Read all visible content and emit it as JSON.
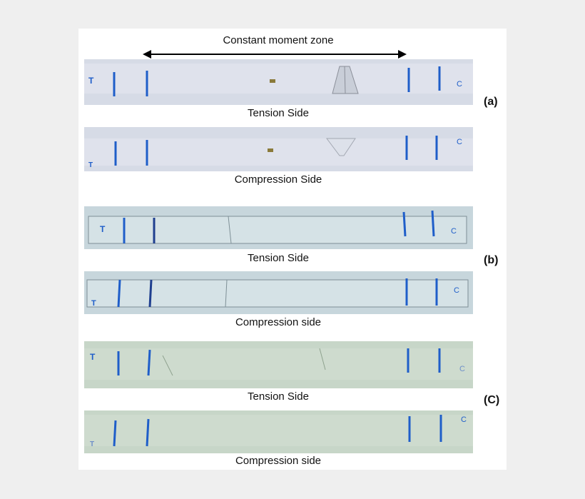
{
  "header": {
    "zone_label": "Constant moment zone"
  },
  "groups": [
    {
      "label": "(a)",
      "captions": [
        "Tension Side",
        "Compression Side"
      ]
    },
    {
      "label": "(b)",
      "captions": [
        "Tension Side",
        "Compression side"
      ]
    },
    {
      "label": "(C)",
      "captions": [
        "Tension Side",
        "Compression side"
      ]
    }
  ],
  "strip_marks": {
    "left_letters": [
      "T",
      "T",
      "T",
      "T",
      "T",
      "T"
    ],
    "right_letter": "C"
  },
  "colors": {
    "strip_a": "#d6dbe6",
    "strip_b": "#c7d6dc",
    "strip_c": "#c7d6c8",
    "ink_blue": "#1f5ec9",
    "background": "#efefef"
  }
}
